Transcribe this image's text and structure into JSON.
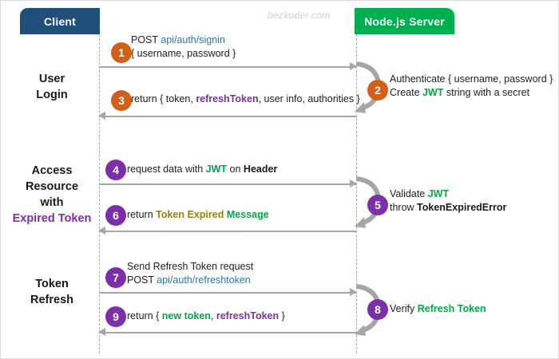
{
  "watermark": "bezkoder.com",
  "actors": {
    "client": {
      "label": "Client",
      "color": "#1f4e79"
    },
    "server": {
      "label": "Node.js Server",
      "color": "#00b050"
    }
  },
  "phases": [
    {
      "id": "login",
      "lines": [
        "User",
        "Login"
      ],
      "accent_line_index": -1
    },
    {
      "id": "access",
      "lines": [
        "Access",
        "Resource",
        "with",
        "Expired Token"
      ],
      "accent_line_index": 3,
      "accent_color": "#7b2fa8"
    },
    {
      "id": "refresh",
      "lines": [
        "Token",
        "Refresh"
      ],
      "accent_line_index": -1
    }
  ],
  "steps": [
    {
      "number": "1",
      "badge_color": "#d2601a",
      "kind": "request",
      "lines": [
        [
          {
            "t": "POST ",
            "s": "plain"
          },
          {
            "t": "api/auth/signin",
            "s": "url"
          }
        ],
        [
          {
            "t": "{ username, password }",
            "s": "plain"
          }
        ]
      ]
    },
    {
      "number": "2",
      "badge_color": "#d2601a",
      "kind": "self",
      "lines": [
        [
          {
            "t": "Authenticate { username, password }",
            "s": "plain"
          }
        ],
        [
          {
            "t": "Create ",
            "s": "plain"
          },
          {
            "t": "JWT",
            "s": "green"
          },
          {
            "t": " string with a secret",
            "s": "plain"
          }
        ]
      ]
    },
    {
      "number": "3",
      "badge_color": "#d2601a",
      "kind": "response",
      "lines": [
        [
          {
            "t": "return { token, ",
            "s": "plain"
          },
          {
            "t": "refreshToken",
            "s": "purple"
          },
          {
            "t": ", user info, authorities }",
            "s": "plain"
          }
        ]
      ]
    },
    {
      "number": "4",
      "badge_color": "#7b2fa8",
      "kind": "request",
      "lines": [
        [
          {
            "t": "request data with ",
            "s": "plain"
          },
          {
            "t": "JWT",
            "s": "green"
          },
          {
            "t": " on ",
            "s": "plain"
          },
          {
            "t": "Header",
            "s": "bold"
          }
        ]
      ]
    },
    {
      "number": "5",
      "badge_color": "#7b2fa8",
      "kind": "self",
      "lines": [
        [
          {
            "t": "Validate ",
            "s": "plain"
          },
          {
            "t": "JWT",
            "s": "green"
          }
        ],
        [
          {
            "t": "throw ",
            "s": "plain"
          },
          {
            "t": "TokenExpiredError",
            "s": "bold"
          }
        ]
      ]
    },
    {
      "number": "6",
      "badge_color": "#7b2fa8",
      "kind": "response",
      "lines": [
        [
          {
            "t": "return ",
            "s": "plain"
          },
          {
            "t": "Token Expired",
            "s": "gold"
          },
          {
            "t": " ",
            "s": "plain"
          },
          {
            "t": "Message",
            "s": "green"
          }
        ]
      ]
    },
    {
      "number": "7",
      "badge_color": "#7b2fa8",
      "kind": "request",
      "lines": [
        [
          {
            "t": "Send Refresh Token request",
            "s": "plain"
          }
        ],
        [
          {
            "t": "POST ",
            "s": "plain"
          },
          {
            "t": "api/auth/refreshtoken",
            "s": "url"
          }
        ]
      ]
    },
    {
      "number": "8",
      "badge_color": "#7b2fa8",
      "kind": "self",
      "lines": [
        [
          {
            "t": "Verify ",
            "s": "plain"
          },
          {
            "t": "Refresh Token",
            "s": "green"
          }
        ]
      ]
    },
    {
      "number": "9",
      "badge_color": "#7b2fa8",
      "kind": "response",
      "lines": [
        [
          {
            "t": "return { ",
            "s": "plain"
          },
          {
            "t": "new token",
            "s": "green"
          },
          {
            "t": ", ",
            "s": "plain"
          },
          {
            "t": "refreshToken",
            "s": "purple"
          },
          {
            "t": " }",
            "s": "plain"
          }
        ]
      ]
    }
  ],
  "colors": {
    "arrow": "#a6a6a6",
    "lifeline": "#a6a6a6",
    "url": "#2e74b5",
    "green": "#00a74a",
    "purple": "#7b2fa8",
    "gold": "#9b8108"
  }
}
